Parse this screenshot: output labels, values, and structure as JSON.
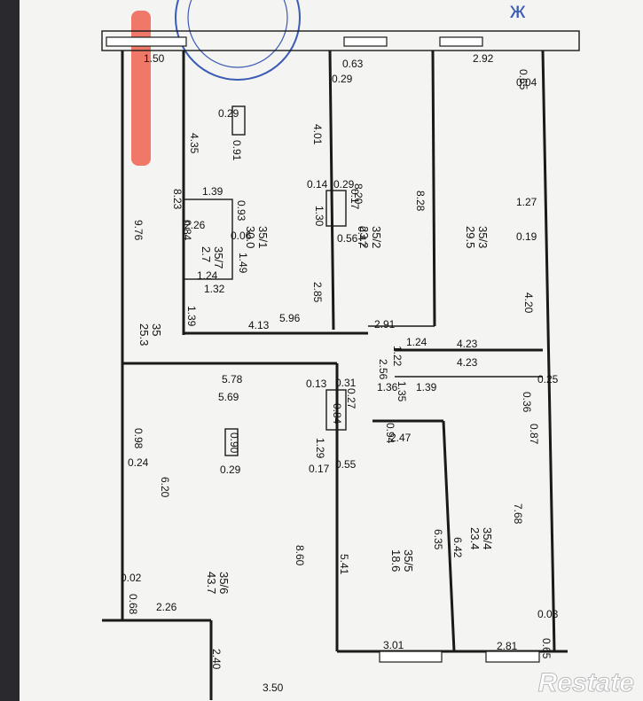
{
  "plan": {
    "rooms": [
      {
        "id": "r1",
        "number": "35/1",
        "area": "30.0"
      },
      {
        "id": "r2",
        "number": "35/2",
        "area": "23.2"
      },
      {
        "id": "r3",
        "number": "35/3",
        "area": "29.5"
      },
      {
        "id": "r4",
        "number": "35/4",
        "area": "23.4"
      },
      {
        "id": "r5",
        "number": "35/5",
        "area": "18.6"
      },
      {
        "id": "r6",
        "number": "35/6",
        "area": "43.7"
      },
      {
        "id": "r7",
        "number": "35/7",
        "area": "2.7"
      },
      {
        "id": "r8",
        "number": "35",
        "area": "25.3"
      }
    ],
    "dimensions": [
      "1.50",
      "0.63",
      "0.29",
      "2.92",
      "0.65",
      "0.04",
      "0.29",
      "0.91",
      "4.35",
      "4.01",
      "8.20",
      "8.28",
      "1.27",
      "0.19",
      "4.20",
      "9.76",
      "8.23",
      "1.39",
      "0.93",
      "0.14",
      "0.29",
      "0.17",
      "0.47",
      "1.30",
      "0.56",
      "2.26",
      "0.84",
      "0.06",
      "1.49",
      "1.24",
      "1.32",
      "1.39",
      "2.85",
      "4.13",
      "5.96",
      "2.91",
      "1.24",
      "1.22",
      "2.56",
      "4.23",
      "4.23",
      "1.35",
      "5.78",
      "5.69",
      "0.84",
      "0.31",
      "0.13",
      "0.27",
      "1.36",
      "1.39",
      "0.25",
      "0.36",
      "0.87",
      "0.98",
      "0.24",
      "0.90",
      "0.29",
      "1.29",
      "0.17",
      "0.55",
      "0.94",
      "2.47",
      "6.20",
      "6.42",
      "6.35",
      "7.68",
      "8.60",
      "5.41",
      "0.02",
      "0.68",
      "2.26",
      "0.03",
      "2.40",
      "3.01",
      "2.81",
      "0.65",
      "3.50"
    ]
  },
  "watermark": {
    "brand": "Restate"
  },
  "colors": {
    "paper": "#ffffff",
    "ink": "#1a1a1a",
    "marker": "#f06a5a",
    "stamp": "#3b5bb5"
  }
}
